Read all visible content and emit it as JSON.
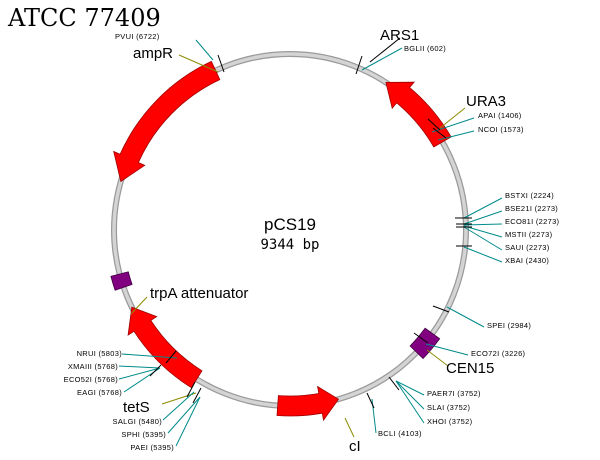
{
  "title": "ATCC 77409",
  "plasmid": {
    "name": "pCS19",
    "size": "9344 bp"
  },
  "features": [
    {
      "key": "ampR",
      "label": "ampR",
      "color": "#ff0000"
    },
    {
      "key": "ars1",
      "label": "ARS1",
      "color": "#000000"
    },
    {
      "key": "ura3",
      "label": "URA3",
      "color": "#ff0000"
    },
    {
      "key": "cen15",
      "label": "CEN15",
      "color": "#800080"
    },
    {
      "key": "ci",
      "label": "cI",
      "color": "#ff0000"
    },
    {
      "key": "tets",
      "label": "tetS",
      "color": "#ff0000"
    },
    {
      "key": "trpa",
      "label": "trpA attenuator",
      "color": "#800080"
    }
  ],
  "sites": [
    {
      "key": "pvui",
      "label": "PVUI (6722)"
    },
    {
      "key": "bglii",
      "label": "BGLII (602)"
    },
    {
      "key": "apai",
      "label": "APAI (1406)"
    },
    {
      "key": "ncoi",
      "label": "NCOI (1573)"
    },
    {
      "key": "bstxi",
      "label": "BSTXI (2224)"
    },
    {
      "key": "bse21i",
      "label": "BSE21I (2273)"
    },
    {
      "key": "eco81i",
      "label": "ECO81I (2273)"
    },
    {
      "key": "mstii",
      "label": "MSTII (2273)"
    },
    {
      "key": "saui",
      "label": "SAUI (2273)"
    },
    {
      "key": "xbai",
      "label": "XBAI (2430)"
    },
    {
      "key": "spei",
      "label": "SPEI (2984)"
    },
    {
      "key": "eco72i",
      "label": "ECO72I (3226)"
    },
    {
      "key": "paer7i",
      "label": "PAER7I (3752)"
    },
    {
      "key": "slai",
      "label": "SLAI (3752)"
    },
    {
      "key": "xhoi",
      "label": "XHOI (3752)"
    },
    {
      "key": "bcli",
      "label": "BCLI (4103)"
    },
    {
      "key": "nrui",
      "label": "NRUI (5803)"
    },
    {
      "key": "xmaiii",
      "label": "XMAIII (5768)"
    },
    {
      "key": "eco52i",
      "label": "ECO52I (5768)"
    },
    {
      "key": "eagi",
      "label": "EAGI (5768)"
    },
    {
      "key": "salgi",
      "label": "SALGI (5480)"
    },
    {
      "key": "sphi",
      "label": "SPHI (5395)"
    },
    {
      "key": "paei",
      "label": "PAEI (5395)"
    }
  ]
}
